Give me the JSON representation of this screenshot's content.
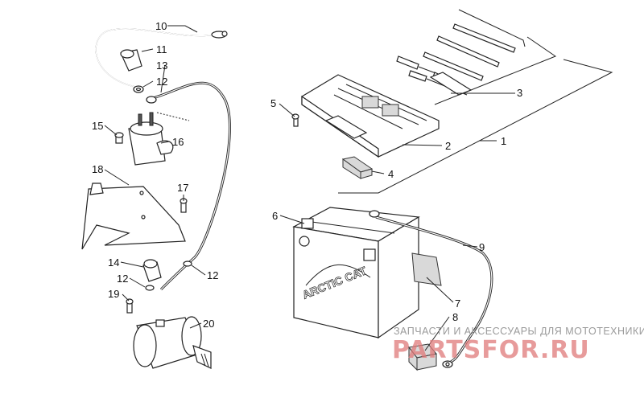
{
  "callouts": {
    "c1": "1",
    "c2": "2",
    "c3": "3",
    "c4": "4",
    "c5": "5",
    "c6": "6",
    "c7": "7",
    "c8": "8",
    "c9": "9",
    "c10": "10",
    "c11": "11",
    "c12a": "12",
    "c12b": "12",
    "c12c": "12",
    "c13": "13",
    "c14": "14",
    "c15": "15",
    "c16": "16",
    "c17": "17",
    "c18": "18",
    "c19": "19",
    "c20": "20"
  },
  "battery_label": "ARCTIC CAT",
  "watermark": {
    "tagline": "ЗАПЧАСТИ И АКСЕССУАРЫ ДЛЯ МОТОТЕХНИКИ",
    "logo": "PARTSFOR.RU"
  }
}
